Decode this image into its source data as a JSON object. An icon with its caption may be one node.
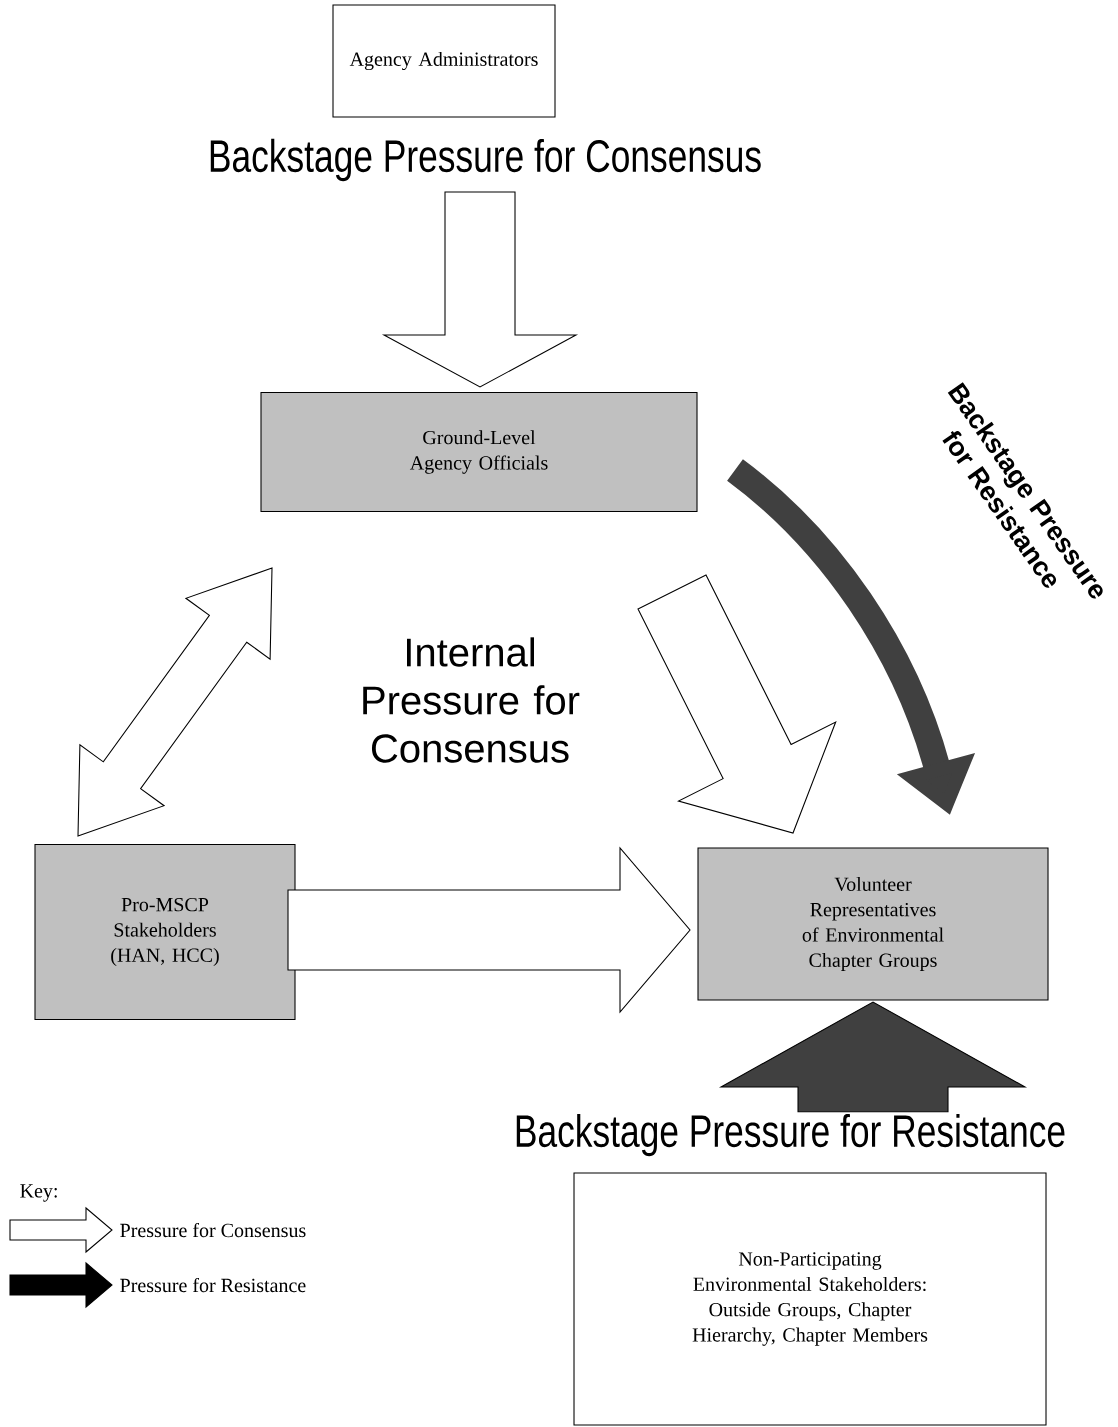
{
  "diagram": {
    "nodes": [
      {
        "text": [
          "Agency Administrators"
        ]
      },
      {
        "text": [
          "Ground-Level Agency Officials"
        ]
      },
      {
        "text": [
          "Pro-MSCP Stakeholders (HAN, HCC)"
        ]
      },
      {
        "text": [
          "Volunteer Representatives of Environmental Chapter Groups"
        ]
      },
      {
        "text": [
          "Non-Participating Environmental Stakeholders: Outside Groups, Chapter Hierarchy, Chapter Members"
        ]
      }
    ],
    "edges": [
      {
        "from": 0,
        "to": 1,
        "arrow": "to",
        "label": "Backstage Pressure for Consensus"
      },
      {
        "from": 1,
        "to": 2,
        "arrow": "both"
      },
      {
        "from": 1,
        "to": 3,
        "arrow": "to"
      },
      {
        "from": 2,
        "to": 3,
        "arrow": "to"
      },
      {
        "from": 4,
        "to": 3,
        "arrow": "to",
        "label": "Backstage Pressure for Resistance",
        "color": "#404040"
      },
      {
        "from": null,
        "to": 3,
        "arrow": "to",
        "label": "Backstage Pressure for Resistance",
        "color": "#404040"
      }
    ],
    "labels": [
      "Internal Pressure for Consensus",
      "Key:"
    ],
    "legend": [
      {
        "text": "Pressure for Consensus"
      },
      {
        "text": "Pressure for Resistance"
      }
    ]
  }
}
